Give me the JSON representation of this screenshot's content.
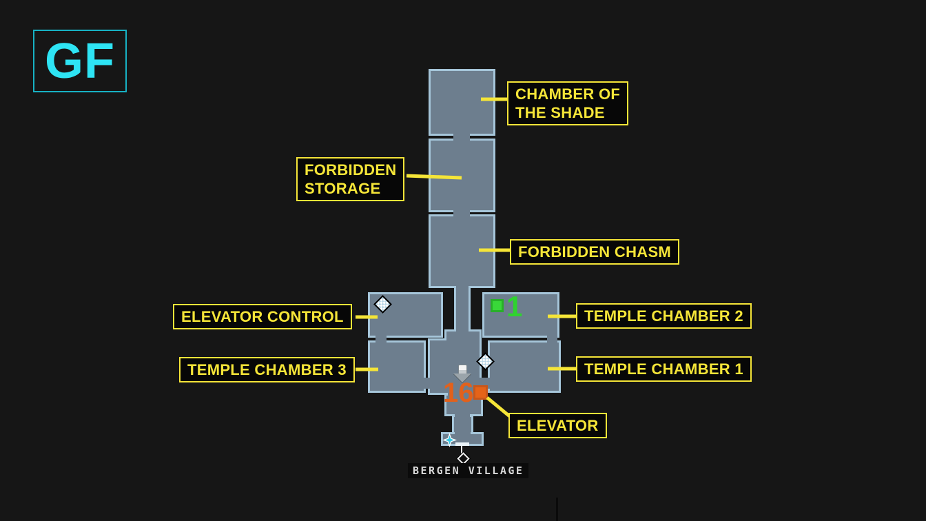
{
  "logo": {
    "text": "GF"
  },
  "labels": {
    "chamber_of_the_shade_line1": "CHAMBER OF",
    "chamber_of_the_shade_line2": "THE SHADE",
    "forbidden_storage_line1": "FORBIDDEN",
    "forbidden_storage_line2": "STORAGE",
    "forbidden_chasm": "FORBIDDEN CHASM",
    "elevator_control": "ELEVATOR CONTROL",
    "temple_chamber_2": "TEMPLE CHAMBER 2",
    "temple_chamber_3": "TEMPLE CHAMBER 3",
    "temple_chamber_1": "TEMPLE CHAMBER 1",
    "elevator": "ELEVATOR",
    "bergen_village": "BERGEN VILLAGE"
  },
  "markers": {
    "temple_chamber_2_count": "1",
    "elevator_count": "16"
  },
  "colors": {
    "background": "#161616",
    "room_fill": "#6d7e8e",
    "room_border": "#a6c6da",
    "label_yellow": "#f5e538",
    "marker_green": "#2fd32f",
    "marker_orange": "#e2611c",
    "logo_cyan": "#2ee4f4"
  }
}
